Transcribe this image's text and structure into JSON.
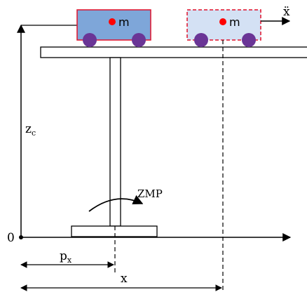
{
  "labels": {
    "mass": "m",
    "acceleration": "ẍ",
    "height_var": "z",
    "height_sub": "c",
    "zmp": "ZMP",
    "origin": "0",
    "px_var": "p",
    "px_sub": "x",
    "x_var": "x"
  },
  "colors": {
    "cart_solid_fill": "#7ea6d9",
    "cart_ghost_fill": "#d4e1f4",
    "cart_border": "#e0102a",
    "wheel": "#6a3596",
    "mass_dot": "#ff0000",
    "line": "#000000"
  },
  "icons": {
    "mass_marker": "filled-circle",
    "torque": "curved-arrow"
  }
}
